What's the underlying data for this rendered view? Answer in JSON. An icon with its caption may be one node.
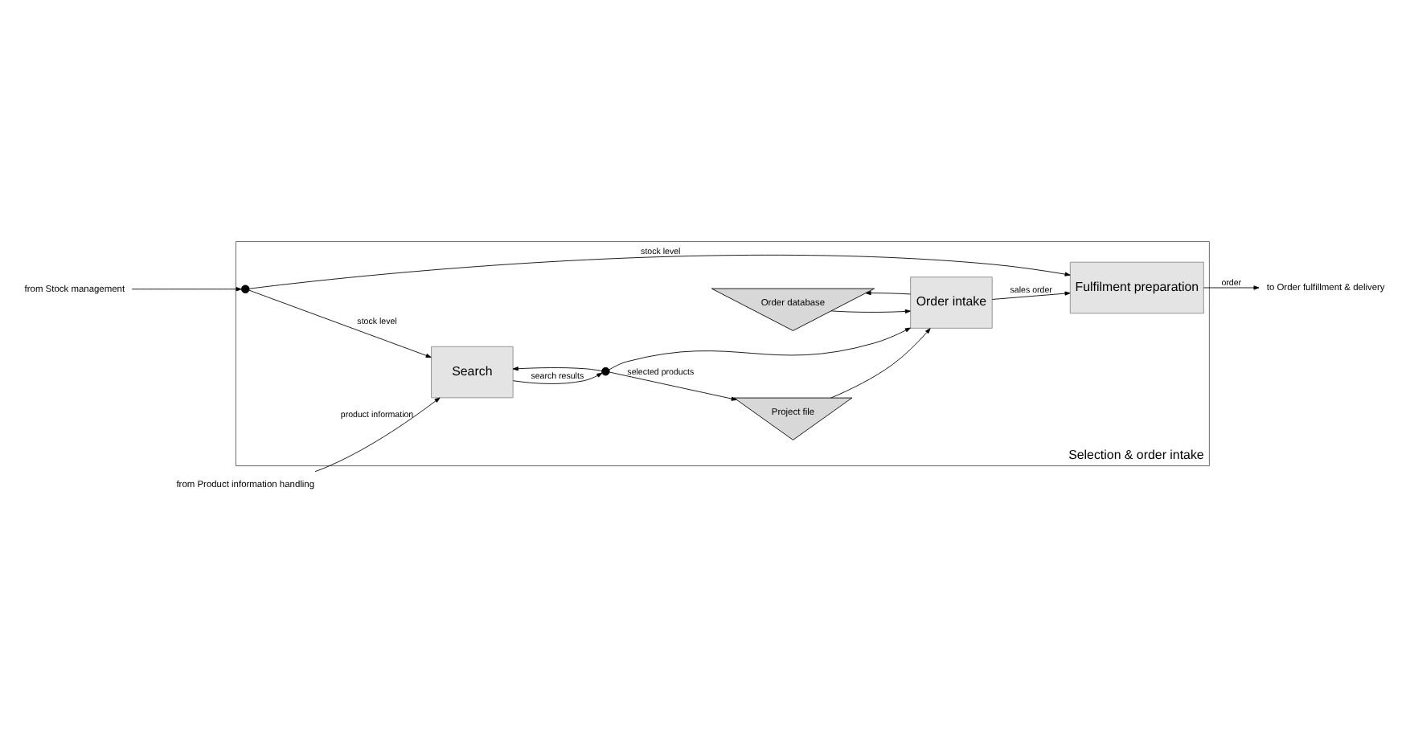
{
  "diagram": {
    "nodes": [
      {
        "text": [
          "Selection & order intake"
        ]
      },
      {
        "text": [
          "from Product information handling"
        ]
      },
      {
        "text": [
          "from Stock management"
        ]
      },
      {
        "text": [
          "Search"
        ],
        "in": 0
      },
      {
        "text": [
          "Project file"
        ],
        "in": 0
      },
      {
        "text": [
          "Order database"
        ],
        "in": 0
      },
      {
        "text": [
          "Order intake"
        ],
        "in": 0
      },
      {
        "text": [
          "Fulfilment preparation"
        ],
        "in": 0
      },
      {
        "text": [
          "to Order fulfillment & delivery"
        ]
      },
      {
        "text": [],
        "shape": "circle",
        "in": 0
      },
      {
        "text": [],
        "shape": "circle",
        "in": 0
      }
    ],
    "edges": [
      {
        "from": 1,
        "to": 3,
        "arrow": "to",
        "label": "product information"
      },
      {
        "from": 2,
        "to": 9,
        "arrow": "to"
      },
      {
        "from": 9,
        "to": 3,
        "arrow": "to",
        "label": "stock level"
      },
      {
        "from": 9,
        "to": 7,
        "arrow": "to",
        "label": "stock level"
      },
      {
        "from": 3,
        "to": 10,
        "arrow": "to",
        "label": "search results"
      },
      {
        "from": 10,
        "to": 6,
        "arrow": "to"
      },
      {
        "from": 10,
        "to": 4,
        "arrow": "to",
        "label": "selected products"
      },
      {
        "from": 10,
        "to": 3,
        "arrow": "to"
      },
      {
        "from": 4,
        "to": 6,
        "arrow": "to"
      },
      {
        "from": 5,
        "to": 6,
        "arrow": "to"
      },
      {
        "from": 6,
        "to": 5,
        "arrow": "to"
      },
      {
        "from": 6,
        "to": 7,
        "arrow": "to",
        "label": "sales order"
      },
      {
        "from": 7,
        "to": 8,
        "arrow": "to",
        "label": "order"
      }
    ]
  }
}
